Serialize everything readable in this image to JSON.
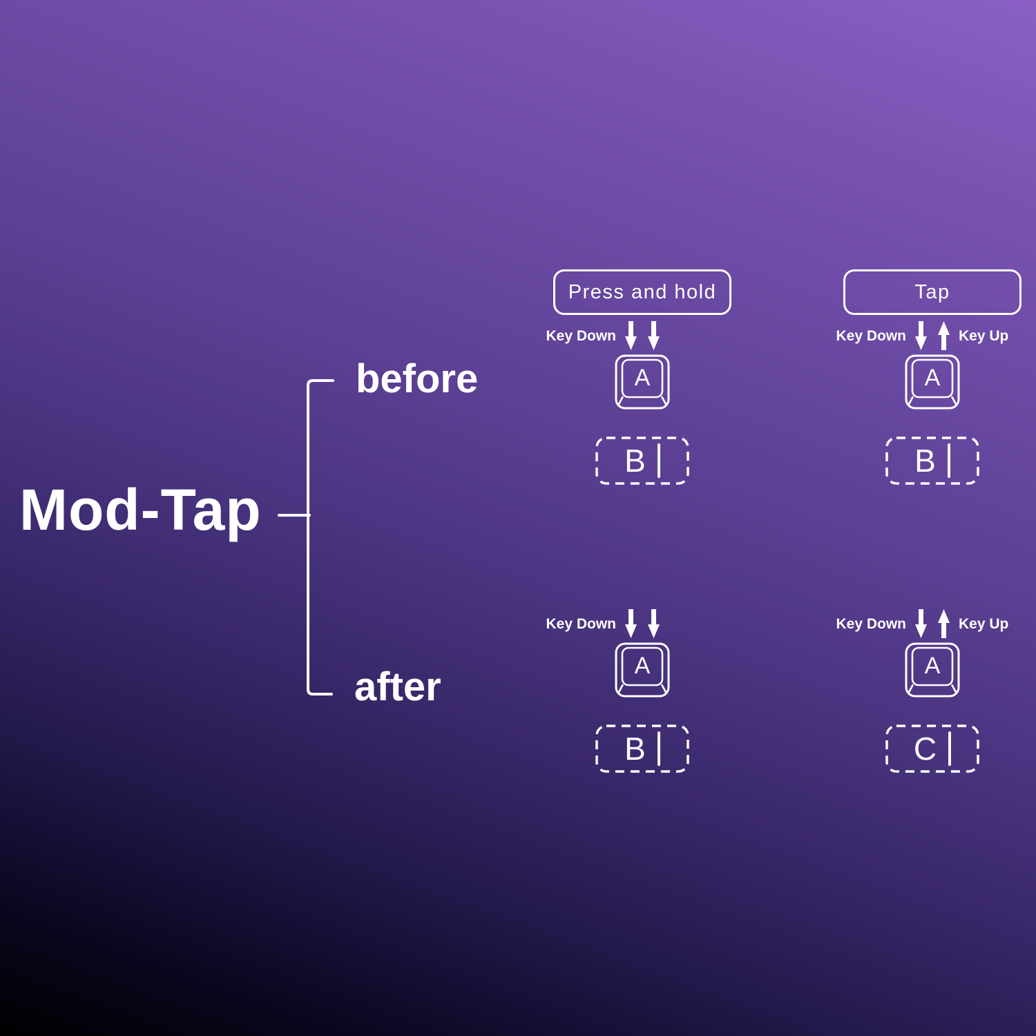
{
  "diagram": {
    "title": "Mod-Tap",
    "branches": {
      "before": "before",
      "after": "after"
    },
    "labels": {
      "key_down": "Key Down",
      "key_up": "Key Up"
    },
    "scenarios": {
      "hold_before": {
        "badge": "Press and hold",
        "key": "A",
        "output": "B"
      },
      "tap_before": {
        "badge": "Tap",
        "key": "A",
        "output": "B"
      },
      "hold_after": {
        "key": "A",
        "output": "B"
      },
      "tap_after": {
        "key": "A",
        "output": "C"
      }
    },
    "colors": {
      "background_top": "#8a5fc5",
      "background_mid": "#4a3480",
      "background_bottom": "#000000",
      "foreground": "#ffffff"
    }
  }
}
